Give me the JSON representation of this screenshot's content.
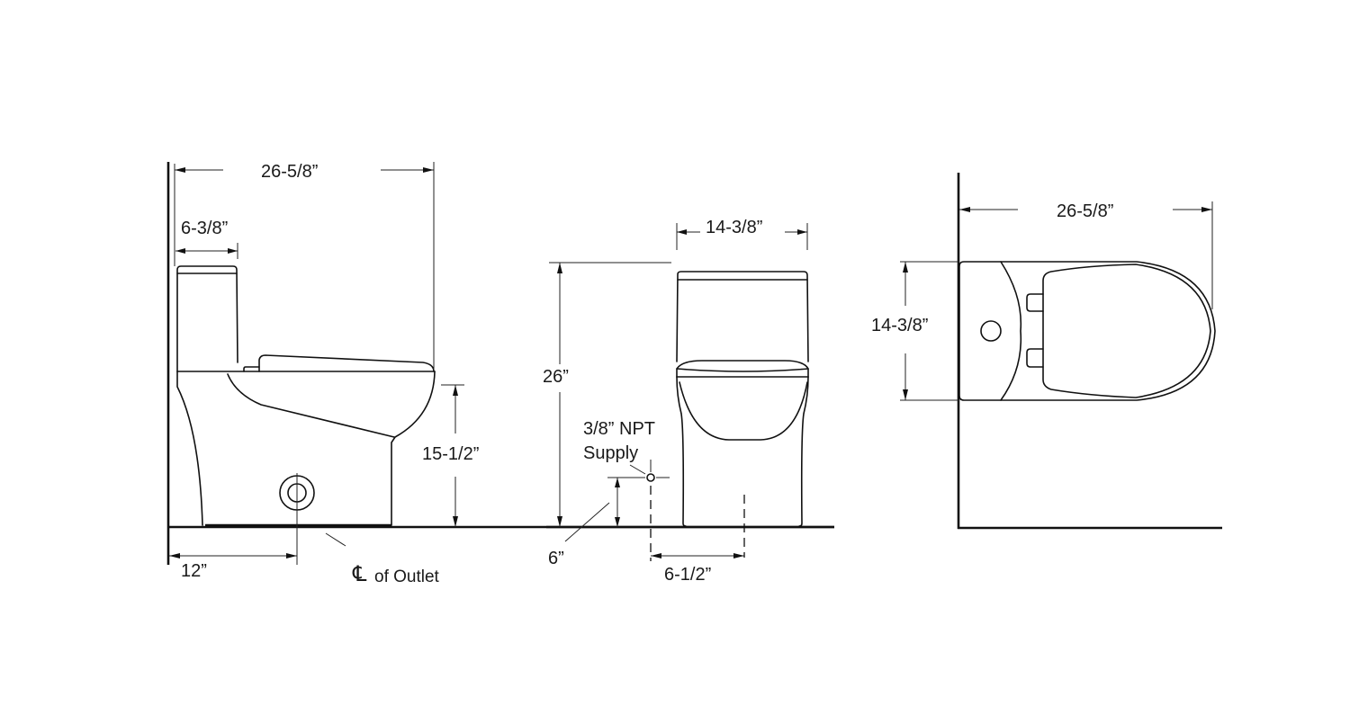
{
  "diagram": {
    "type": "technical-dimension-drawing",
    "subject": "one-piece toilet",
    "views": {
      "side": {
        "overall_length": "26-5/8”",
        "tank_depth": "6-3/8”",
        "rim_height": "15-1/2”",
        "rough_in": "12”",
        "outlet_label_symbol": "℄",
        "outlet_label_text": "of Outlet"
      },
      "front": {
        "width": "14-3/8”",
        "overall_height": "26”",
        "supply_label_line1": "3/8” NPT",
        "supply_label_line2": "Supply",
        "supply_height": "6”",
        "supply_offset": "6-1/2”"
      },
      "top": {
        "overall_length": "26-5/8”",
        "width": "14-3/8”"
      }
    },
    "colors": {
      "line": "#111111",
      "background": "#ffffff"
    }
  }
}
